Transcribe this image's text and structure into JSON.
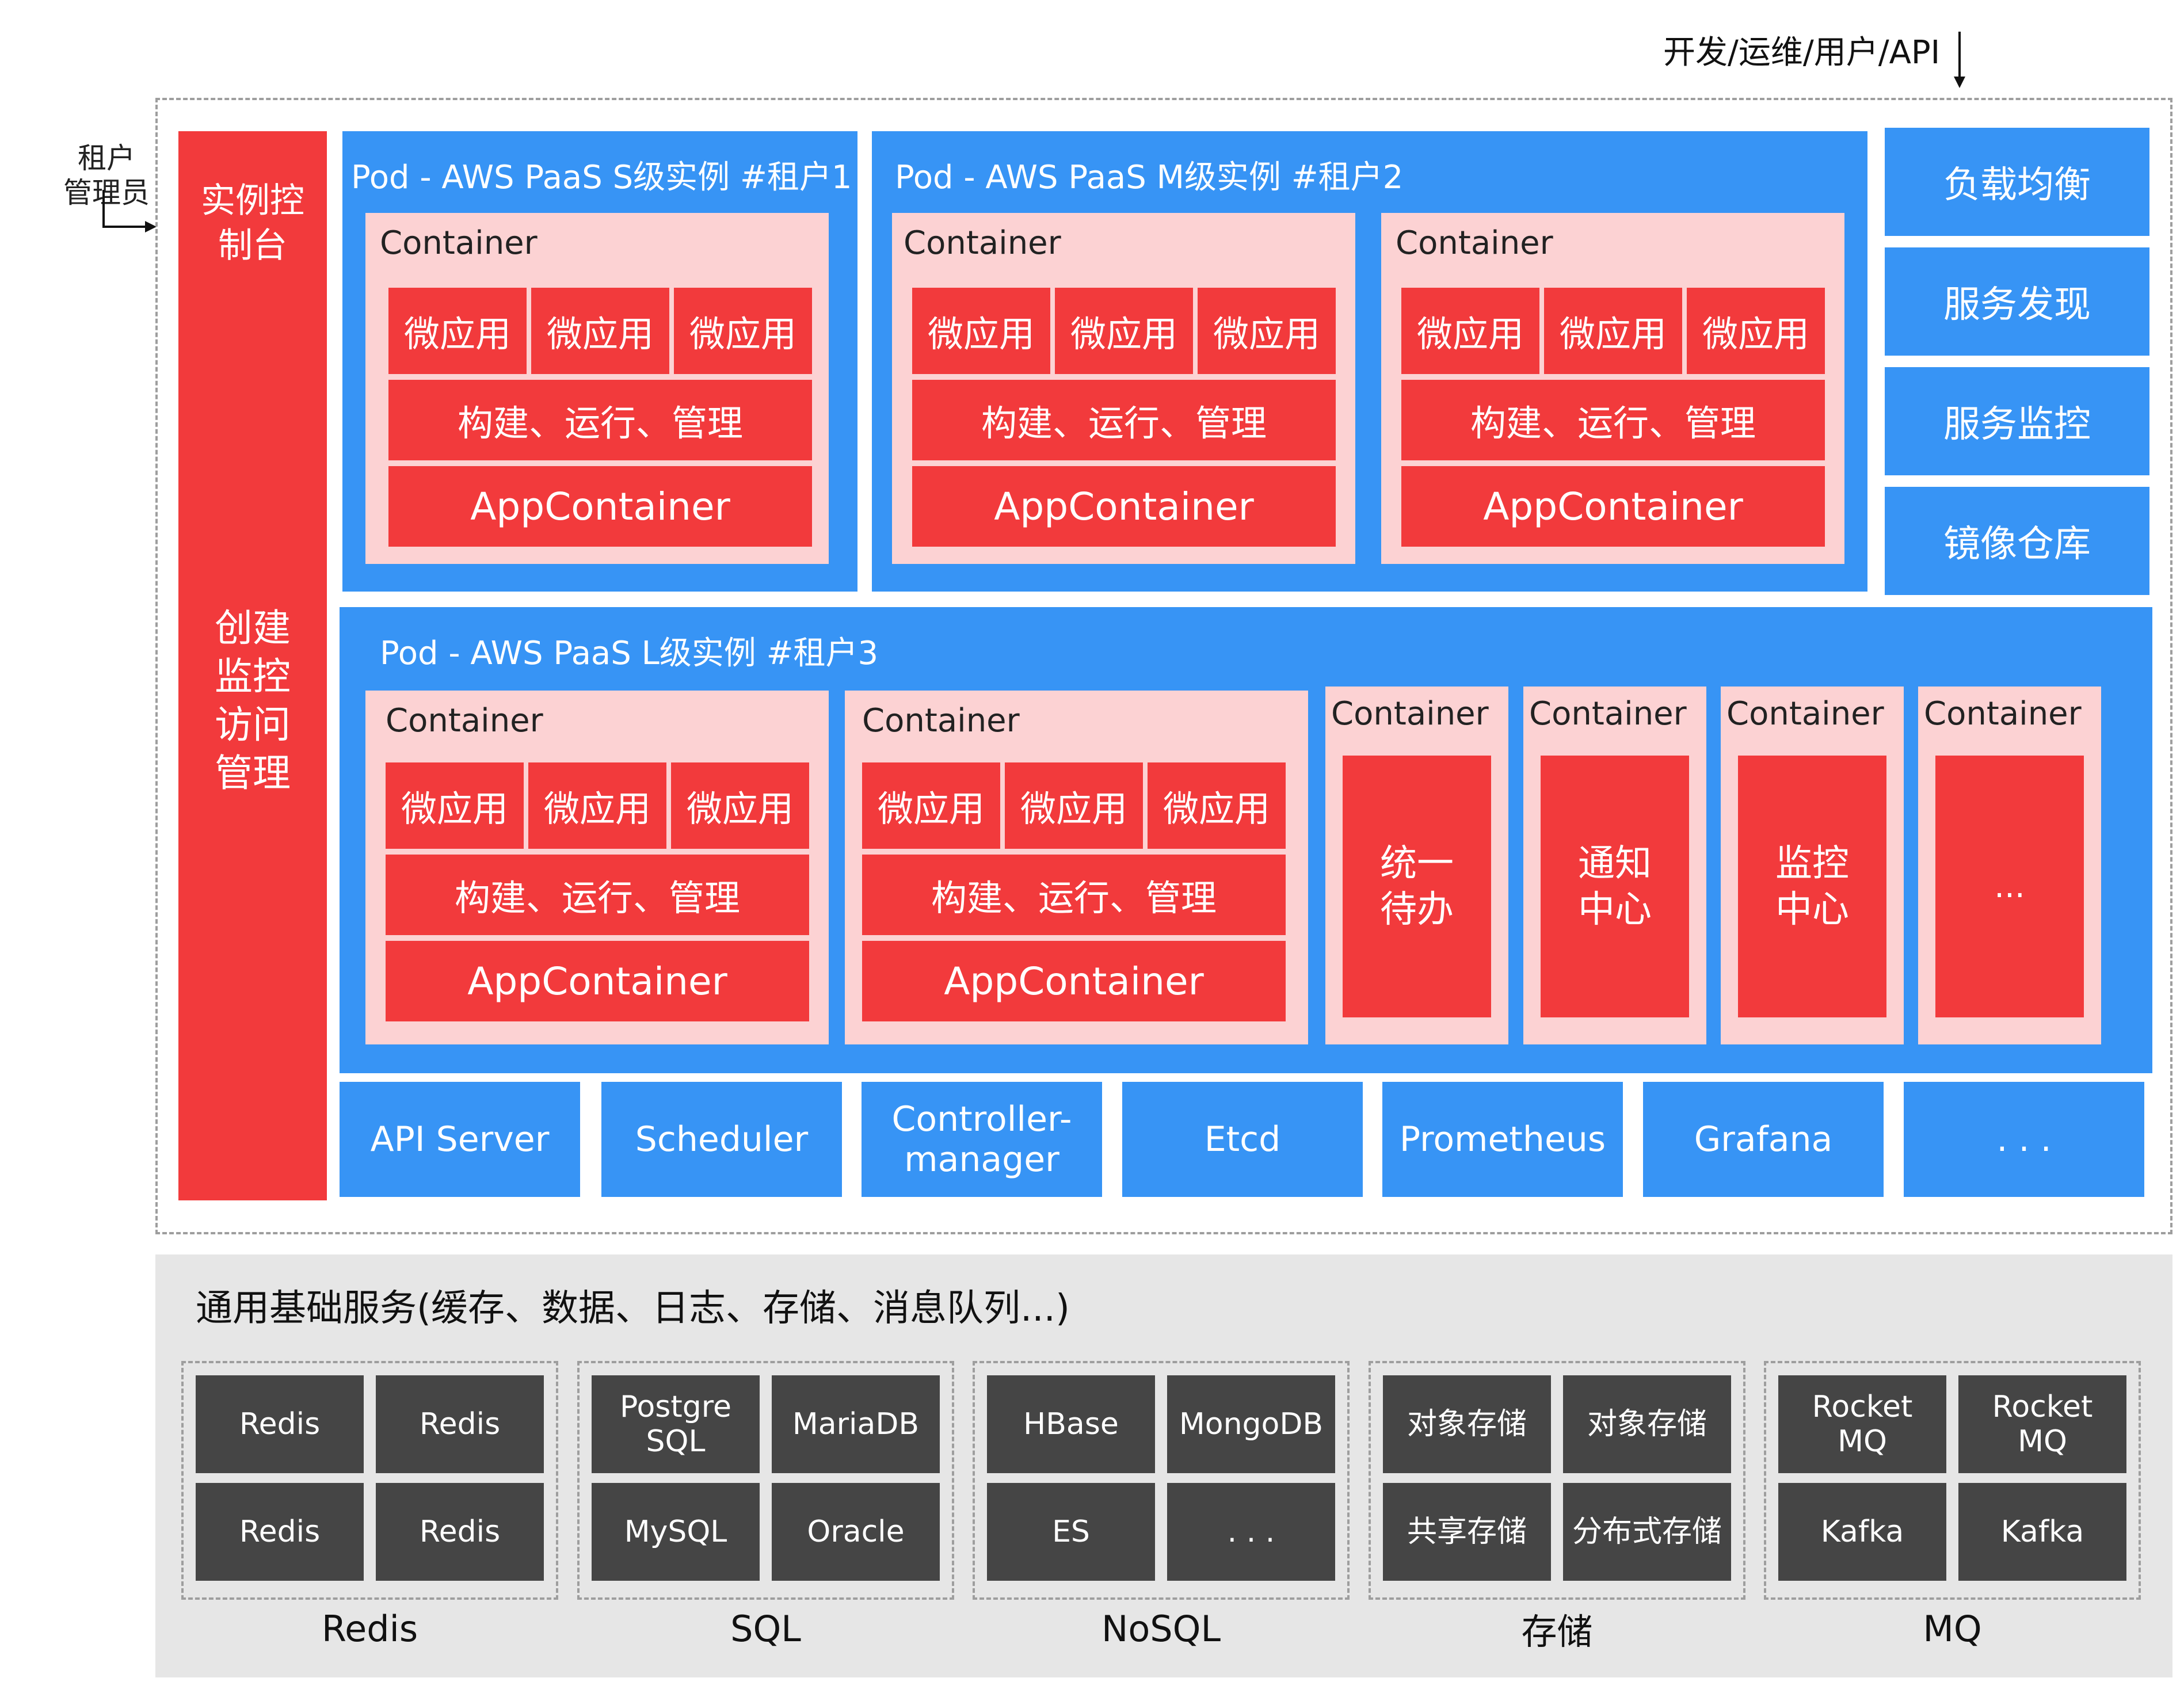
{
  "top_label": "开发/运维/用户/API",
  "tenant_admin": [
    "租户",
    "管理员"
  ],
  "console": {
    "title": [
      "实例控",
      "制台"
    ],
    "functions": [
      "创建",
      "监控",
      "访问",
      "管理"
    ]
  },
  "pods": {
    "s": "Pod - AWS PaaS S级实例 #租户1",
    "m": "Pod - AWS PaaS M级实例 #租户2",
    "l": "Pod - AWS PaaS L级实例 #租户3"
  },
  "container_label": "Container",
  "micro_app": "微应用",
  "build_run_manage": "构建、运行、管理",
  "app_container": "AppContainer",
  "special_containers": [
    [
      "统一",
      "待办"
    ],
    [
      "通知",
      "中心"
    ],
    [
      "监控",
      "中心"
    ],
    [
      "..."
    ]
  ],
  "side_services": [
    "负载均衡",
    "服务发现",
    "服务监控",
    "镜像仓库"
  ],
  "components": [
    [
      "API Server"
    ],
    [
      "Scheduler"
    ],
    [
      "Controller-",
      "manager"
    ],
    [
      "Etcd"
    ],
    [
      "Prometheus"
    ],
    [
      "Grafana"
    ],
    [
      ". . ."
    ]
  ],
  "base_services": {
    "title": "通用基础服务(缓存、数据、日志、存储、消息队列...)",
    "groups": [
      {
        "label": "Redis",
        "items": [
          [
            "Redis"
          ],
          [
            "Redis"
          ],
          [
            "Redis"
          ],
          [
            "Redis"
          ]
        ]
      },
      {
        "label": "SQL",
        "items": [
          [
            "Postgre",
            "SQL"
          ],
          [
            "MariaDB"
          ],
          [
            "MySQL"
          ],
          [
            "Oracle"
          ]
        ]
      },
      {
        "label": "NoSQL",
        "items": [
          [
            "HBase"
          ],
          [
            "MongoDB"
          ],
          [
            "ES"
          ],
          [
            ". . ."
          ]
        ]
      },
      {
        "label": "存储",
        "items": [
          [
            "对象存储"
          ],
          [
            "对象存储"
          ],
          [
            "共享存储"
          ],
          [
            "分布式存储"
          ]
        ]
      },
      {
        "label": "MQ",
        "items": [
          [
            "Rocket",
            "MQ"
          ],
          [
            "Rocket",
            "MQ"
          ],
          [
            "Kafka"
          ],
          [
            "Kafka"
          ]
        ]
      }
    ]
  },
  "colors": {
    "red": "#f23a3c",
    "blue": "#3794f5",
    "pink": "#fcd2d3",
    "dark": "#454545",
    "base_bg": "#e6e6e6"
  }
}
